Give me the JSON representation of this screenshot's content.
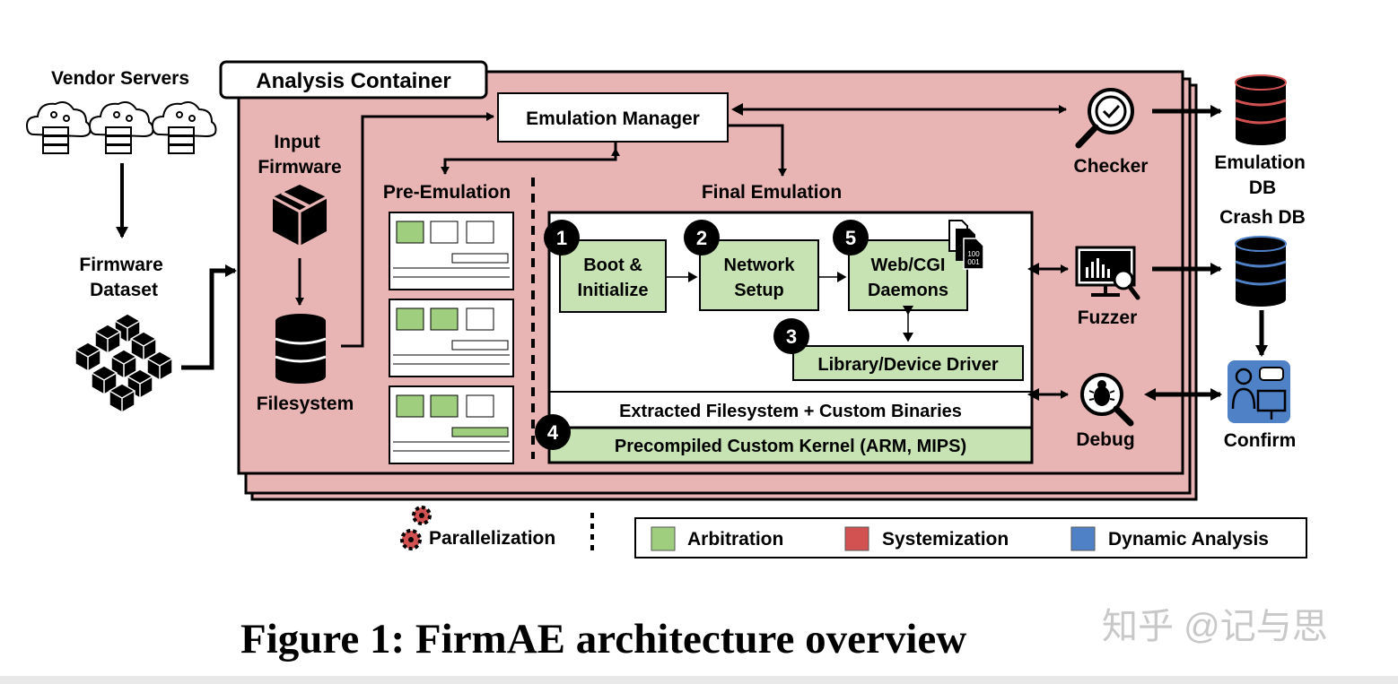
{
  "sources": {
    "vendor_servers": "Vendor Servers",
    "firmware_dataset": "Firmware Dataset"
  },
  "container": {
    "title": "Analysis Container",
    "input_firmware": "Input Firmware",
    "filesystem": "Filesystem",
    "emulation_manager": "Emulation Manager",
    "pre_emulation": "Pre-Emulation",
    "final_emulation": "Final Emulation"
  },
  "final_emulation": {
    "boot": {
      "num": "1",
      "label": "Boot & Initialize"
    },
    "network": {
      "num": "2",
      "label": "Network Setup"
    },
    "library": {
      "num": "3",
      "label": "Library/Device Driver"
    },
    "kernel": {
      "num": "4",
      "label": "Precompiled Custom Kernel (ARM, MIPS)"
    },
    "webcgi": {
      "num": "5",
      "label": "Web/CGI Daemons"
    },
    "extracted_fs": "Extracted Filesystem + Custom Binaries"
  },
  "tools": {
    "checker": "Checker",
    "fuzzer": "Fuzzer",
    "debug": "Debug"
  },
  "outputs": {
    "emulation_db": "Emulation DB",
    "crash_db": "Crash DB",
    "confirm": "Confirm"
  },
  "legend": {
    "parallelization": "Parallelization",
    "items": [
      {
        "label": "Arbitration",
        "color": "#9fcf7e"
      },
      {
        "label": "Systemization",
        "color": "#d25252"
      },
      {
        "label": "Dynamic Analysis",
        "color": "#4f81c7"
      }
    ]
  },
  "colors": {
    "container_fill": "#e8b4b4",
    "green_box": "#c7e3b4"
  },
  "caption": "Figure 1: FirmAE architecture overview",
  "watermark": "知乎 @记与思"
}
